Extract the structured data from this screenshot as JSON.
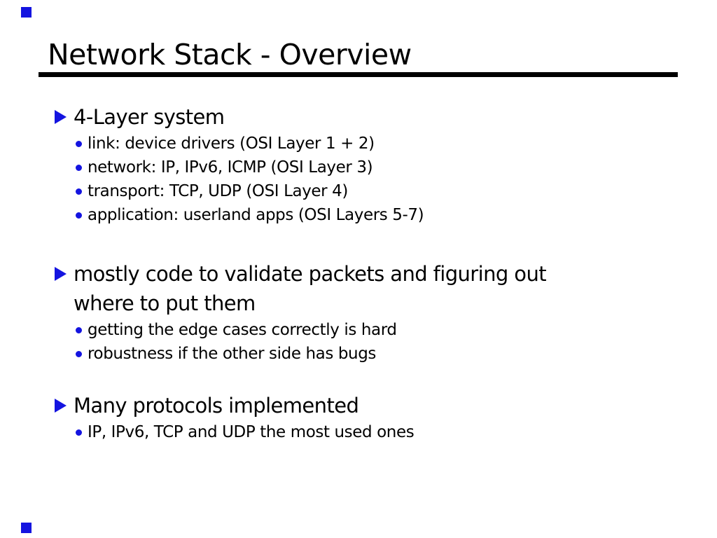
{
  "slide": {
    "title": "Network Stack - Overview",
    "accent_color": "#1414e0",
    "bullets": [
      {
        "heading_lines": [
          "4-Layer system"
        ],
        "sub_items": [
          "link: device drivers (OSI Layer 1 + 2)",
          "network: IP, IPv6, ICMP (OSI Layer 3)",
          "transport: TCP, UDP (OSI Layer 4)",
          "application: userland apps (OSI Layers 5-7)"
        ]
      },
      {
        "heading_lines": [
          "mostly code to validate packets and figuring out",
          "where to put them"
        ],
        "sub_items": [
          "getting the edge cases correctly is hard",
          "robustness if the other side has bugs"
        ]
      },
      {
        "heading_lines": [
          "Many protocols implemented"
        ],
        "sub_items": [
          "IP, IPv6, TCP and UDP the most used ones"
        ]
      }
    ]
  }
}
